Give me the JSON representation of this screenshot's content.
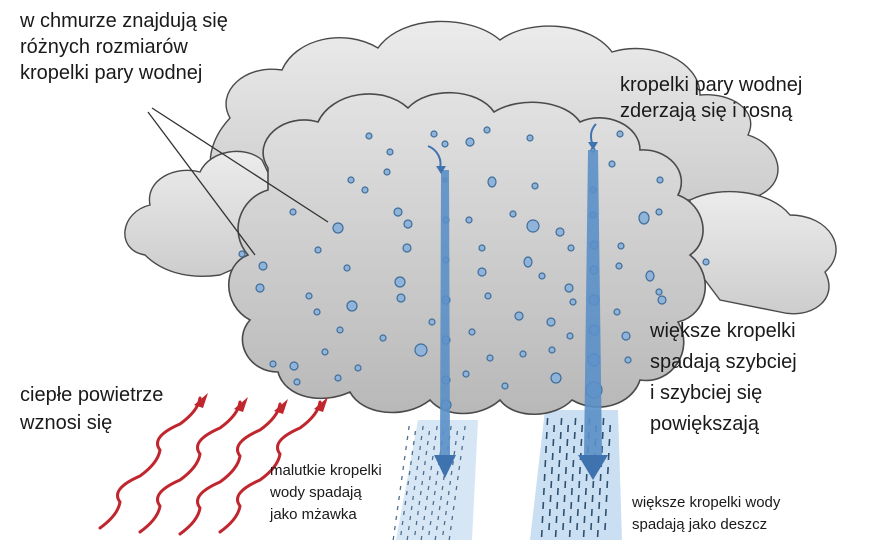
{
  "labels": {
    "cloud_droplets": [
      "w chmurze znajdują się",
      "różnych rozmiarów",
      "kropelki pary wodnej"
    ],
    "collide": [
      "kropelki pary wodnej",
      "zderzają się i rosną"
    ],
    "larger_fall": [
      "większe kropelki",
      "spadają szybciej",
      "i szybciej się",
      "powiększają"
    ],
    "warm_air": [
      "ciepłe powietrze",
      "wznosi się"
    ],
    "drizzle": [
      "malutkie kropelki",
      "wody spadają",
      "jako mżawka"
    ],
    "rain": [
      "większe kropelki wody",
      "spadają jako deszcz"
    ]
  },
  "colors": {
    "cloud_back": "#d6d6d6",
    "cloud_front": "#c8c8c8",
    "cloud_outline": "#4a4a4a",
    "droplet_fill": "#8fb3d9",
    "droplet_stroke": "#3f6d99",
    "fall_arrow": "#5b8fc7",
    "rain_shaft": "#cfe2f3",
    "warm_air_arrow": "#c0262d",
    "pointer_line": "#333333"
  },
  "icons": {
    "warm_air": "wavy-up-arrow-icon",
    "fall": "down-arrow-icon",
    "droplet": "droplet-icon"
  }
}
